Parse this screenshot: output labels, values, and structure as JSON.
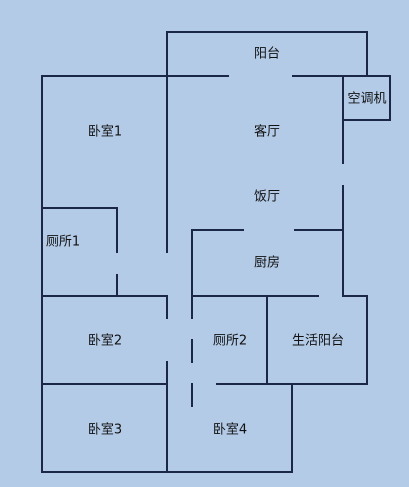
{
  "rooms": {
    "balcony": "阳台",
    "ac_unit": "空调机",
    "bedroom1": "卧室1",
    "living_room": "客厅",
    "dining_room": "饭厅",
    "toilet1": "厕所1",
    "kitchen": "厨房",
    "bedroom2": "卧室2",
    "toilet2": "厕所2",
    "utility_balcony": "生活阳台",
    "bedroom3": "卧室3",
    "bedroom4": "卧室4"
  },
  "colors": {
    "background": "#b4cbe8",
    "wall": "#1b2747",
    "text": "#111111"
  }
}
